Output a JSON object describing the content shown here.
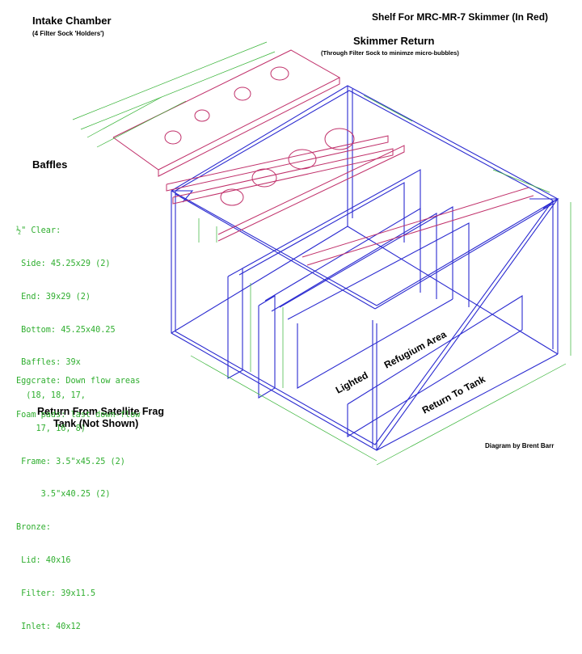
{
  "labels": {
    "intake_title": "Intake Chamber",
    "intake_sub": "(4 Filter Sock 'Holders')",
    "shelf_title": "Shelf For MRC-MR-7 Skimmer (In Red)",
    "skimmer_return": "Skimmer Return",
    "skimmer_return_sub": "(Through Filter Sock to minimze micro-bubbles)",
    "baffles": "Baffles",
    "return_satellite_1": "Return From Satellite Frag",
    "return_satellite_2": "Tank (Not Shown)",
    "credit": "Diagram by Brent Barr"
  },
  "spec_lines": [
    "½\" Clear:",
    " Side: 45.25x29 (2)",
    " End: 39x29 (2)",
    " Bottom: 45.25x40.25",
    " Baffles: 39x",
    "  (18, 18, 17,",
    "    17, 16, 8)",
    " Frame: 3.5\"x45.25 (2)",
    "     3.5\"x40.25 (2)",
    "Bronze:",
    " Lid: 40x16",
    " Filter: 39x11.5",
    " Inlet: 40x12"
  ],
  "notes": [
    "Eggcrate: Down flow areas",
    "Foam pads: last down-flow"
  ],
  "diagram_labels": {
    "lighted": "Lighted",
    "refugium_area": "Refugium Area",
    "return_to_tank": "Return To Tank"
  },
  "colors": {
    "box": "#2a2ad0",
    "shelf": "#c0306a",
    "dimensions": "#36b336",
    "text": "#000000"
  }
}
